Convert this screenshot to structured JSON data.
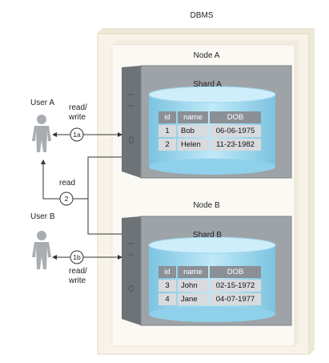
{
  "title": "DBMS",
  "nodes": [
    {
      "label": "Node A",
      "shard": "Shard A",
      "table": {
        "headers": [
          "id",
          "name",
          "DOB"
        ],
        "rows": [
          [
            "1",
            "Bob",
            "06-06-1975"
          ],
          [
            "2",
            "Helen",
            "11-23-1982"
          ]
        ]
      }
    },
    {
      "label": "Node B",
      "shard": "Shard B",
      "table": {
        "headers": [
          "id",
          "name",
          "DOB"
        ],
        "rows": [
          [
            "3",
            "John",
            "02-15-1972"
          ],
          [
            "4",
            "Jane",
            "04-07-1977"
          ]
        ]
      }
    }
  ],
  "users": [
    {
      "label": "User A",
      "access": "read/\nwrite"
    },
    {
      "label": "User B",
      "access": "read/\nwrite"
    }
  ],
  "links": {
    "a": "1a",
    "b": "1b",
    "read_num": "2",
    "read_label": "read"
  },
  "colors": {
    "outer_box": "#f6f2e6",
    "server_front": "#9ea3a8",
    "server_side": "#6e7378",
    "server_top": "#c4c8cc",
    "disk": "#8fd0ea",
    "disk_top": "#cdeefa",
    "table_header": "#8a9096",
    "table_cell": "#d8dadd"
  },
  "icons": [
    "person-icon",
    "server-icon",
    "database-cylinder-icon",
    "arrow-icon"
  ]
}
